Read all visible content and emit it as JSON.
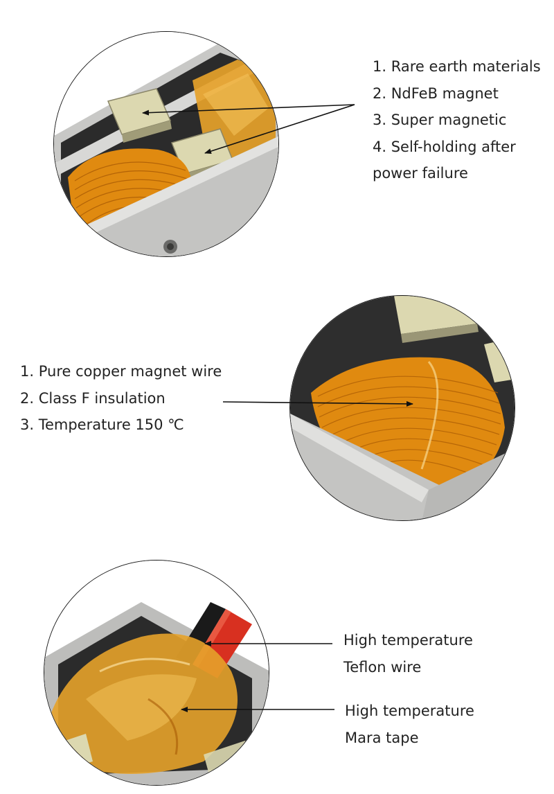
{
  "section1": {
    "illustration": "magnet-closeup",
    "lines": [
      "1. Rare earth materials",
      "2. NdFeB magnet",
      "3. Super magnetic",
      "4. Self-holding after",
      "power failure"
    ]
  },
  "section2": {
    "illustration": "coil-closeup",
    "lines": [
      "1. Pure copper magnet wire",
      "2. Class F insulation",
      "3. Temperature 150 ℃"
    ]
  },
  "section3": {
    "illustration": "wire-and-tape-closeup",
    "wire_lines": [
      "High temperature",
      "Teflon wire"
    ],
    "tape_lines": [
      "High temperature",
      "Mara tape"
    ]
  },
  "colors": {
    "copper": "#e08a10",
    "copper_dark": "#a85a05",
    "steel": "#c4c4c2",
    "magnet": "#dcd8b0",
    "kapton": "#e6a22a",
    "wire_red": "#d83020",
    "line": "#111111"
  }
}
